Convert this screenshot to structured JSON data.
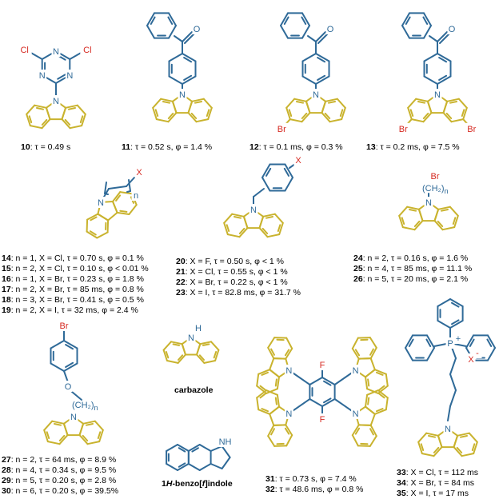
{
  "colors": {
    "carbazole": "#C9B32E",
    "blue": "#2F6A98",
    "atom_red": "#D62A22",
    "text": "#000000"
  },
  "atoms": {
    "N": "N",
    "Cl": "Cl",
    "Br": "Br",
    "O": "O",
    "X": "X",
    "F": "F",
    "H": "H",
    "NH": "NH",
    "P": "P",
    "plus": "+",
    "minus": "-",
    "ch2n": "(CH₂)",
    "n": "n"
  },
  "names": {
    "carbazole": "carbazole",
    "benzoindole_prefix": "1",
    "benzoindole_H": "H",
    "benzoindole_mid": "-benzo[",
    "benzoindole_f": "f",
    "benzoindole_end": "]indole"
  },
  "captions": {
    "c10": {
      "id": "10",
      "text": ": τ = 0.49 s"
    },
    "c11": {
      "id": "11",
      "text": ": τ = 0.52 s, φ = 1.4 %"
    },
    "c12": {
      "id": "12",
      "text": ": τ = 0.1 ms, φ = 0.3 %"
    },
    "c13": {
      "id": "13",
      "text": ": τ = 0.2 ms, φ = 7.5 %"
    },
    "c14": {
      "id": "14",
      "text": ": n = 1, X = Cl, τ = 0.70 s, φ = 0.1 %"
    },
    "c15": {
      "id": "15",
      "text": ": n = 2, X = Cl, τ = 0.10 s, φ < 0.01 %"
    },
    "c16": {
      "id": "16",
      "text": ": n = 1, X = Br, τ = 0.23 s, φ = 1.8 %"
    },
    "c17": {
      "id": "17",
      "text": ": n = 2, X = Br, τ = 85 ms, φ = 0.8 %"
    },
    "c18": {
      "id": "18",
      "text": ": n = 3, X = Br, τ = 0.41 s, φ = 0.5 %"
    },
    "c19": {
      "id": "19",
      "text": ": n = 2, X = I, τ = 32 ms, φ = 2.4 %"
    },
    "c20": {
      "id": "20",
      "text": ": X = F, τ = 0.50 s, φ < 1 %"
    },
    "c21": {
      "id": "21",
      "text": ": X = Cl, τ = 0.55 s, φ < 1 %"
    },
    "c22": {
      "id": "22",
      "text": ": X = Br, τ = 0.22 s, φ < 1 %"
    },
    "c23": {
      "id": "23",
      "text": ": X = I, τ = 82.8 ms, φ = 31.7 %"
    },
    "c24": {
      "id": "24",
      "text": ": n = 2, τ = 0.16 s, φ = 1.6 %"
    },
    "c25": {
      "id": "25",
      "text": ": n = 4, τ = 85 ms, φ = 11.1 %"
    },
    "c26": {
      "id": "26",
      "text": ": n = 5, τ = 20 ms, φ = 2.1 %"
    },
    "c27": {
      "id": "27",
      "text": ": n = 2, τ = 64 ms, φ = 8.9 %"
    },
    "c28": {
      "id": "28",
      "text": ": n = 4, τ = 0.34 s, φ = 9.5 %"
    },
    "c29": {
      "id": "29",
      "text": ": n = 5, τ = 0.20 s, φ = 2.8 %"
    },
    "c30": {
      "id": "30",
      "text": ": n = 6, τ = 0.20 s, φ = 39.5%"
    },
    "c31": {
      "id": "31",
      "text": ": τ = 0.73 s, φ = 7.4 %"
    },
    "c32": {
      "id": "32",
      "text": ": τ = 48.6 ms, φ = 0.8 %"
    },
    "c33": {
      "id": "33",
      "text": ": X = Cl, τ = 112 ms"
    },
    "c34": {
      "id": "34",
      "text": ": X = Br, τ = 84 ms"
    },
    "c35": {
      "id": "35",
      "text": ": X = I, τ = 17 ms"
    }
  }
}
